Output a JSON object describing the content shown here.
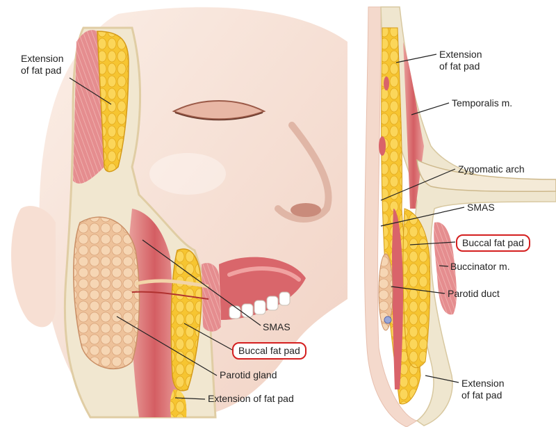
{
  "figure": {
    "left_panel": {
      "labels": {
        "extension_top_1": "Extension",
        "extension_top_2": "of fat pad",
        "smas": "SMAS",
        "buccal_fat_pad": "Buccal fat pad",
        "parotid_gland": "Parotid gland",
        "extension_bottom": "Extension of fat pad"
      }
    },
    "right_panel": {
      "labels": {
        "extension_top_1": "Extension",
        "extension_top_2": "of fat pad",
        "temporalis": "Temporalis m.",
        "zygomatic_arch": "Zygomatic arch",
        "smas": "SMAS",
        "buccal_fat_pad": "Buccal fat pad",
        "buccinator": "Buccinator m.",
        "parotid_duct": "Parotid duct",
        "extension_bottom_1": "Extension",
        "extension_bottom_2": "of fat pad"
      }
    },
    "colors": {
      "highlight": "#d41f1f",
      "fat": "#f6c531",
      "muscle": "#d9636a",
      "skin": "#f4d9cc",
      "fascia": "#efe6cf",
      "leader": "#222222"
    }
  }
}
